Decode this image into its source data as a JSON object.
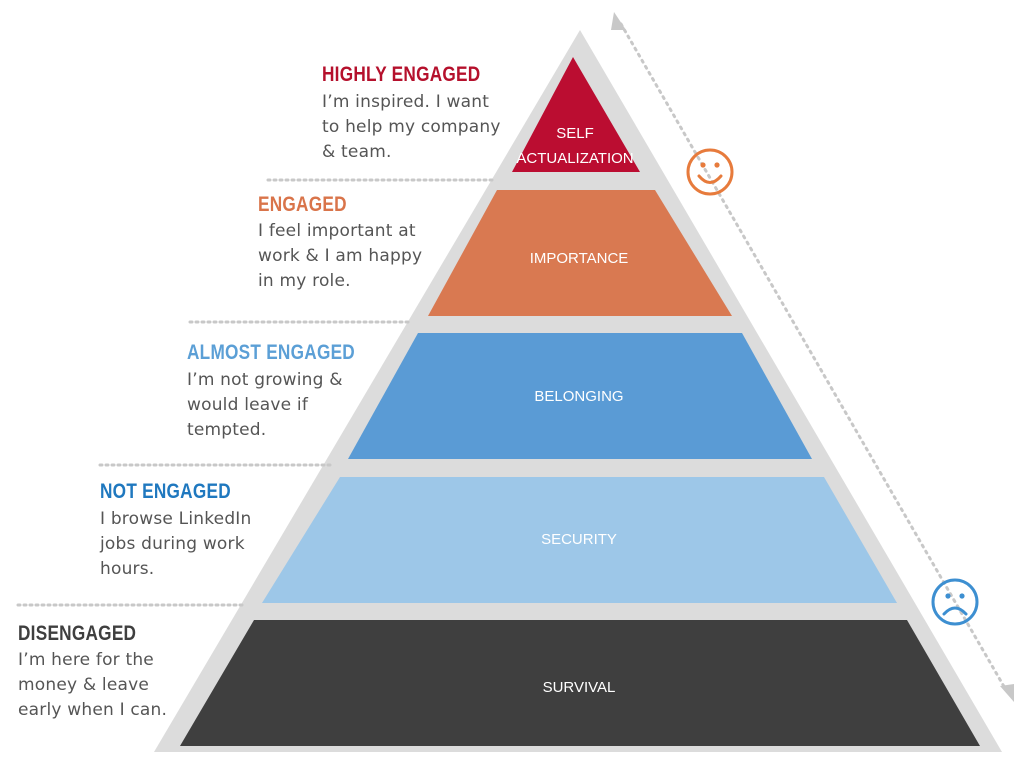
{
  "tiers": [
    {
      "key": "highly_engaged",
      "label": "HIGHLY ENGAGED",
      "label_color": "#b5102c",
      "description": "I’m inspired. I want\nto help my company\n& team.",
      "level_lines": [
        "SELF",
        "ACTUALIZATION"
      ],
      "fill": "#bb0d31"
    },
    {
      "key": "engaged",
      "label": "ENGAGED",
      "label_color": "#d9744a",
      "description": "I feel important at\nwork & I am happy\nin my role.",
      "level_lines": [
        "IMPORTANCE"
      ],
      "fill": "#d97951"
    },
    {
      "key": "almost_engaged",
      "label": "ALMOST ENGAGED",
      "label_color": "#5b9fd6",
      "description": "I’m not growing &\nwould leave if\ntempted.",
      "level_lines": [
        "BELONGING"
      ],
      "fill": "#5a9bd5"
    },
    {
      "key": "not_engaged",
      "label": "NOT ENGAGED",
      "label_color": "#1f78bf",
      "description": "I browse LinkedIn\njobs during work\nhours.",
      "level_lines": [
        "SECURITY"
      ],
      "fill": "#9dc7e8"
    },
    {
      "key": "disengaged",
      "label": "DISENGAGED",
      "label_color": "#3f3f3f",
      "description": "I’m here for the\nmoney & leave\nearly when I can.",
      "level_lines": [
        "SURVIVAL"
      ],
      "fill": "#3f3f3f"
    }
  ],
  "colors": {
    "pyramid_outline": "#dcdcdc",
    "divider_dots": "#c8c8c8",
    "happy_face": "#e77b3c",
    "sad_face": "#3d8fd1"
  },
  "icons": {
    "top": "happy-face-icon",
    "bottom": "sad-face-icon"
  }
}
